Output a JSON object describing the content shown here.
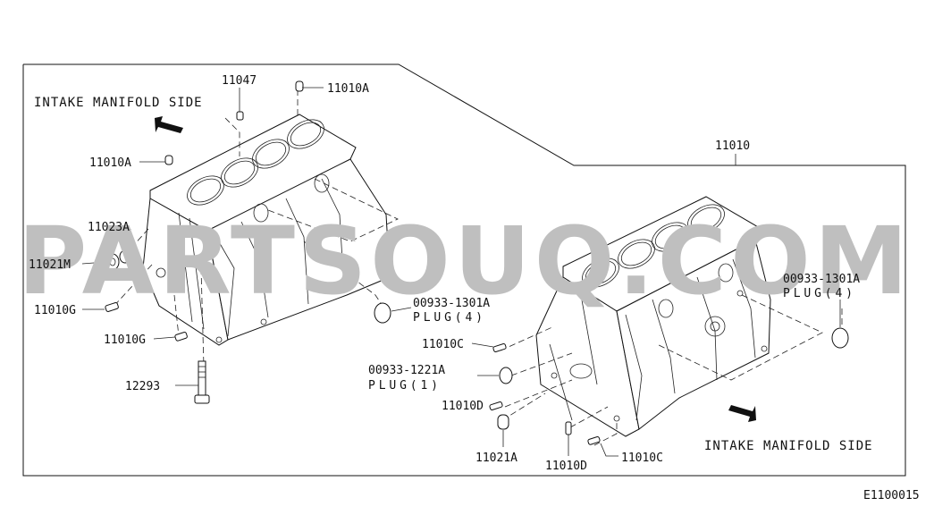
{
  "watermark": "PARTSOUQ.COM",
  "diagram_code": "E1100015",
  "intake_left": "INTAKE MANIFOLD SIDE",
  "intake_right": "INTAKE MANIFOLD SIDE",
  "labels": {
    "p11047": "11047",
    "p11010A_top": "11010A",
    "p11010A_left": "11010A",
    "p11023A": "11023A",
    "p11021M": "11021M",
    "p11010G_a": "11010G",
    "p11010G_b": "11010G",
    "p12293": "12293",
    "p11010": "11010",
    "plug4_mid_no": "00933-1301A",
    "plug4_mid_txt": "PLUG(4)",
    "plug4_right_no": "00933-1301A",
    "plug4_right_txt": "PLUG(4)",
    "p11010C_a": "11010C",
    "plug1_no": "00933-1221A",
    "plug1_txt": "PLUG(1)",
    "p11010D_a": "11010D",
    "p11021A": "11021A",
    "p11010D_b": "11010D",
    "p11010C_b": "11010C"
  }
}
